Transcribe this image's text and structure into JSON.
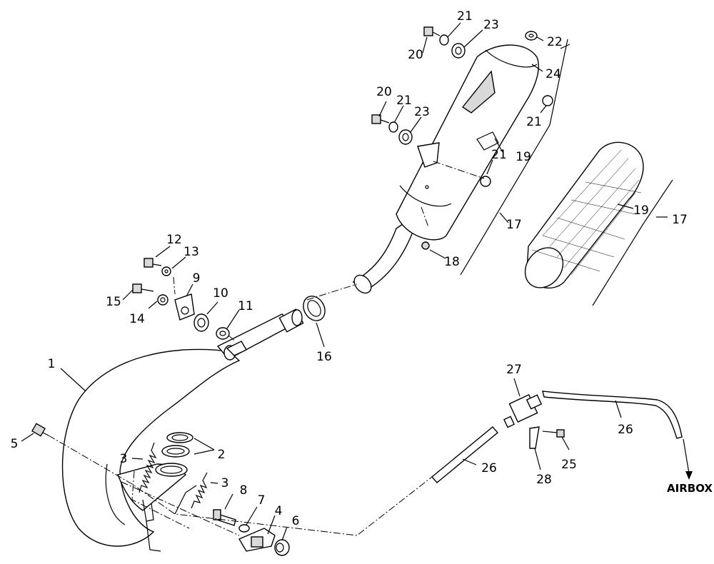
{
  "callouts": [
    "1",
    "2",
    "3",
    "3",
    "4",
    "5",
    "6",
    "7",
    "8",
    "9",
    "10",
    "11",
    "12",
    "13",
    "14",
    "15",
    "16",
    "17",
    "17",
    "18",
    "19",
    "19",
    "20",
    "20",
    "21",
    "21",
    "21",
    "21",
    "22",
    "23",
    "23",
    "24",
    "25",
    "26",
    "26",
    "27",
    "28"
  ],
  "destination_label": "AIRBOX",
  "colors": {
    "line": "#000000",
    "background": "#ffffff",
    "shade": "#d9d9d9"
  }
}
